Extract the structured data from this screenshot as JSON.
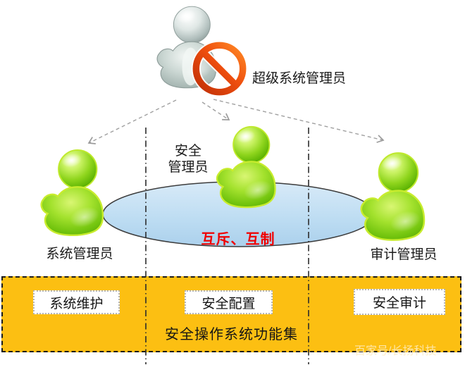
{
  "roles": {
    "super_admin": "超级系统管理员",
    "system_admin": "系统管理员",
    "security_admin_line1": "安全",
    "security_admin_line2": "管理员",
    "audit_admin": "审计管理员"
  },
  "ellipse": {
    "label": "互斥、互制",
    "label_color": "#f00000",
    "fill_top": "#d8eaf8",
    "fill_bottom": "#abd0ec",
    "border_color": "#3c3c3c"
  },
  "function_set": {
    "title": "安全操作系统功能集",
    "boxes": [
      {
        "label": "系统维护"
      },
      {
        "label": "安全配置"
      },
      {
        "label": "安全审计"
      }
    ],
    "panel_color": "#fcbf12",
    "panel_border_color": "#1a1a1a"
  },
  "watermark": "百家号/长扬科技",
  "icons": {
    "super_admin": "person-silver-icon",
    "prohibition": "no-entry-icon",
    "system_admin": "person-green-icon",
    "security_admin": "person-green-icon",
    "audit_admin": "person-green-icon"
  },
  "colors": {
    "avatar_green": "#7ecb1a",
    "avatar_silver": "#c3cfcb",
    "prohibition_orange": "#e8480f",
    "arrow_gray": "#9b9b9b",
    "divider_black": "#2b2b2b"
  }
}
